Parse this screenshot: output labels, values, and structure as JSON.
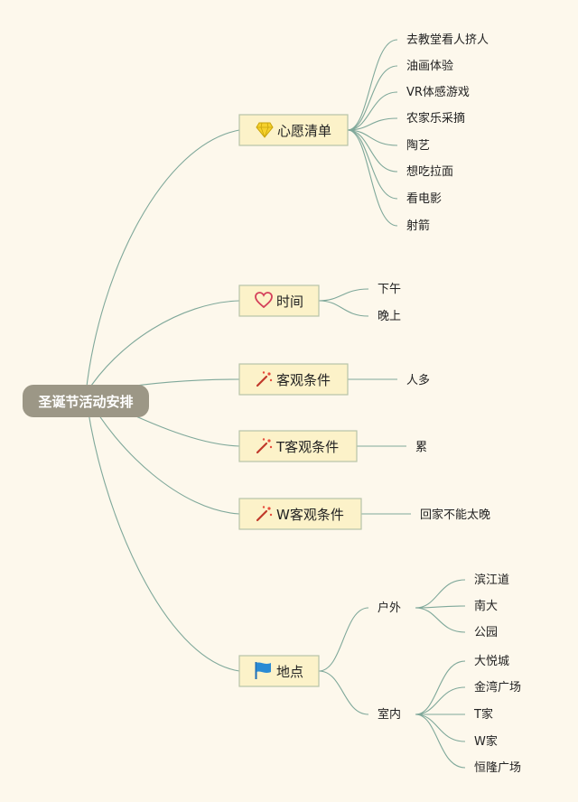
{
  "root": {
    "label": "圣诞节活动安排"
  },
  "branches": [
    {
      "label": "心愿清单",
      "icon": "gem-icon",
      "leaves": [
        "去教堂看人挤人",
        "油画体验",
        "VR体感游戏",
        "农家乐采摘",
        "陶艺",
        "想吃拉面",
        "看电影",
        "射箭"
      ]
    },
    {
      "label": "时间",
      "icon": "heart-icon",
      "leaves": [
        "下午",
        "晚上"
      ]
    },
    {
      "label": "客观条件",
      "icon": "magic-wand-icon",
      "leaves": [
        "人多"
      ]
    },
    {
      "label": "T客观条件",
      "icon": "magic-wand-icon",
      "leaves": [
        "累"
      ]
    },
    {
      "label": "W客观条件",
      "icon": "magic-wand-icon",
      "leaves": [
        "回家不能太晚"
      ]
    },
    {
      "label": "地点",
      "icon": "flag-icon",
      "groups": [
        {
          "label": "户外",
          "leaves": [
            "滨江道",
            "南大",
            "公园"
          ]
        },
        {
          "label": "室内",
          "leaves": [
            "大悦城",
            "金湾广场",
            "T家",
            "W家",
            "恒隆广场"
          ]
        }
      ]
    }
  ],
  "colors": {
    "line": "#7fa89a",
    "branch_fill": "#fcf2c9",
    "root_fill": "#9c9786",
    "background": "#fdf8ec"
  }
}
